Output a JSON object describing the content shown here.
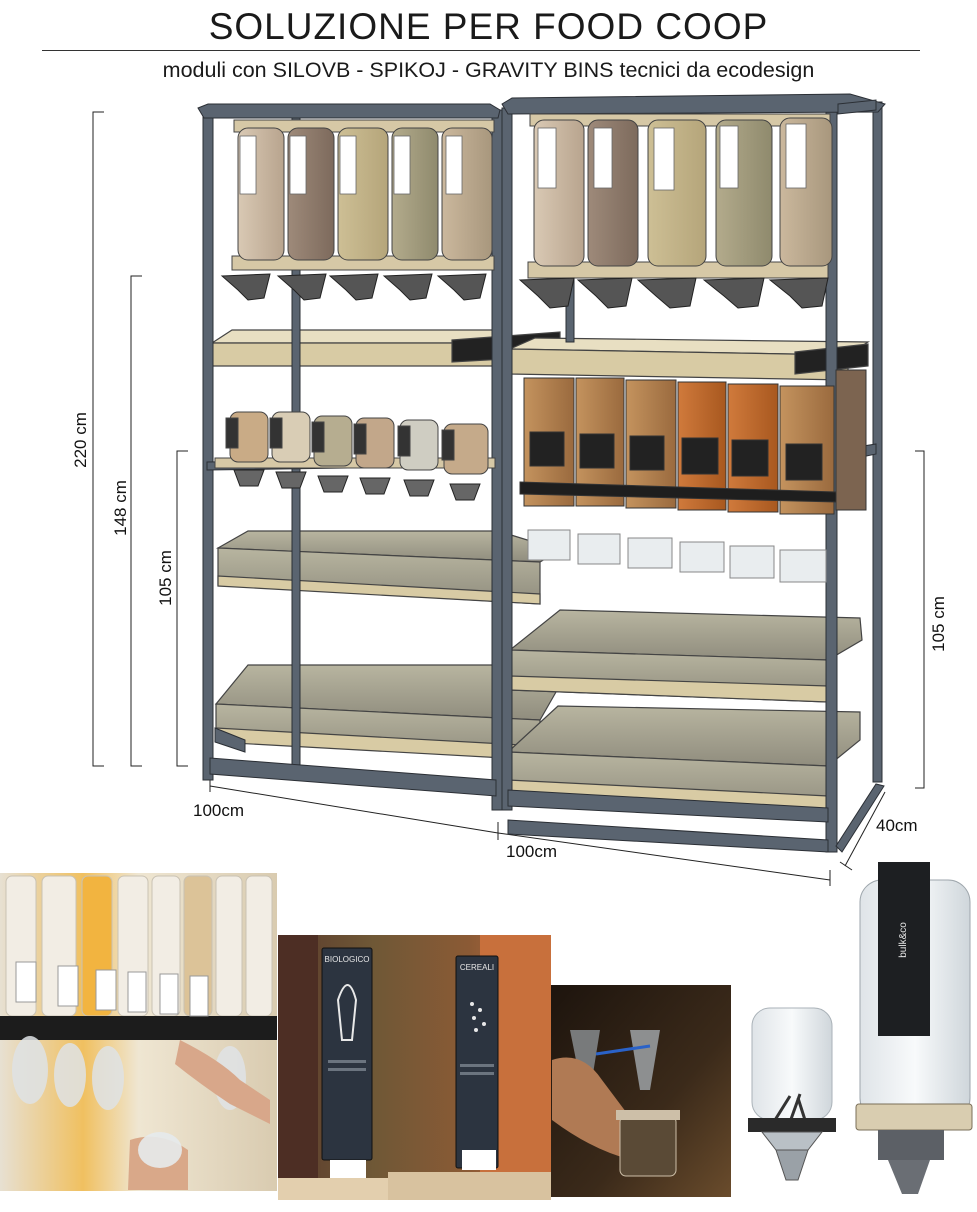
{
  "header": {
    "title": "SOLUZIONE PER FOOD COOP",
    "subtitle": "moduli con SILOVB - SPIKOJ - GRAVITY BINS tecnici da ecodesign"
  },
  "dimensions": {
    "total_height": "220 cm",
    "mid_height": "148 cm",
    "lower_height_left": "105 cm",
    "lower_height_right": "105 cm",
    "width_left": "100cm",
    "width_right": "100cm",
    "depth": "40cm"
  },
  "product_labels": {
    "card_left_title": "BIOLOGICO",
    "card_right_title": "CEREALI",
    "brand_mark": "bulk&co"
  },
  "colors": {
    "frame": "#5a6470",
    "shelf_top": "#e8dfc2",
    "shelf_front": "#d8cba4",
    "shelf_bottom": "#9a9a8e"
  }
}
